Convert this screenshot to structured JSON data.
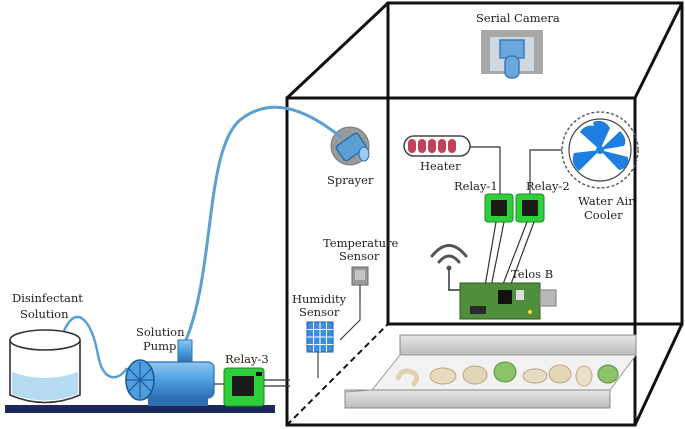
{
  "labels": {
    "serial_camera": "Serial Camera",
    "sprayer": "Sprayer",
    "heater": "Heater",
    "relay_1": "Relay-1",
    "relay_2": "Relay-2",
    "water_air_cooler_line1": "Water Air",
    "water_air_cooler_line2": "Cooler",
    "temperature_sensor_line1": "Temperature",
    "temperature_sensor_line2": "Sensor",
    "humidity_sensor_line1": "Humidity",
    "humidity_sensor_line2": "Sensor",
    "telos_b": "Telos B",
    "disinfectant_solution_line1": "Disinfectant",
    "disinfectant_solution_line2": "Solution",
    "solution_pump_line1": "Solution",
    "solution_pump_line2": "Pump",
    "relay_3": "Relay-3"
  },
  "colors": {
    "frame": "#111111",
    "hose": "#5ba0d0",
    "relay_green": "#2fcf3c",
    "board_green": "#4f8e3a",
    "pump_blue": "#4f9fe0",
    "tray_gray": "#cfcfcf",
    "base_navy": "#1a2a5c",
    "cooler_blue": "#1e7fe0",
    "heater_red": "#c2405a",
    "solar_blue": "#3b8ee0",
    "camera_gray": "#9a9a9a",
    "camera_blue": "#6aa7dc",
    "sprayer_gray": "#8c8c8c",
    "larva_beige": "#e8dcc0",
    "leaf_green": "#8cc26a"
  },
  "icons": [
    "serial-camera-icon",
    "sprayer-icon",
    "heater-icon",
    "cooler-fan-icon",
    "wifi-antenna-icon",
    "telos-b-board-icon",
    "temperature-sensor-icon",
    "humidity-solar-icon",
    "solution-pump-icon",
    "disinfectant-tank-icon"
  ]
}
